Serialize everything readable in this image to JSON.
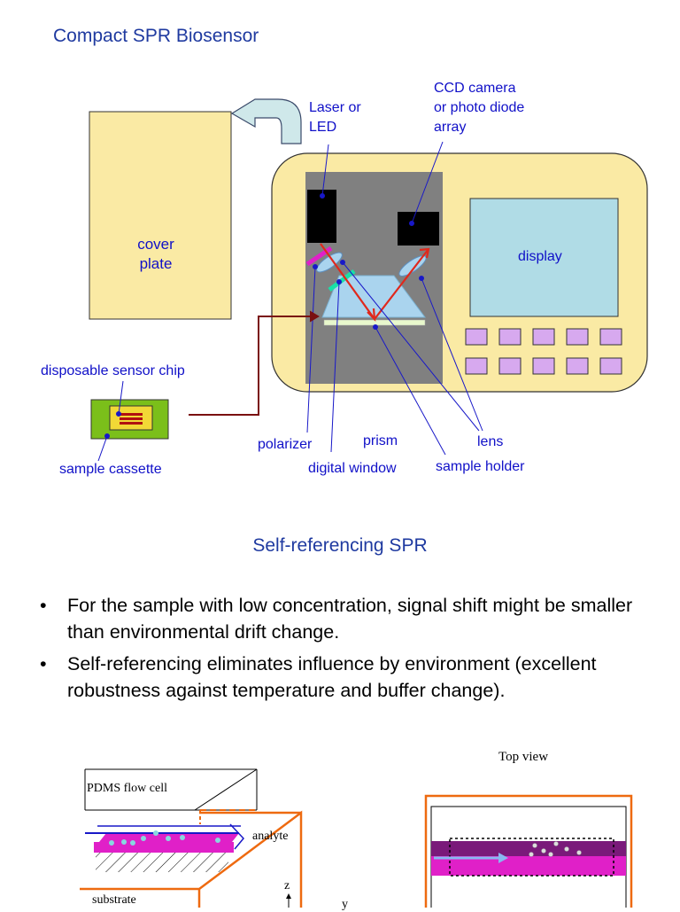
{
  "section1": {
    "title": "Compact SPR Biosensor",
    "labels": {
      "laser": [
        "Laser or",
        "LED"
      ],
      "ccd": [
        "CCD camera",
        "or photo diode",
        "array"
      ],
      "cover_plate": [
        "cover",
        "plate"
      ],
      "display": "display",
      "disposable_chip": "disposable sensor chip",
      "sample_cassette": "sample cassette",
      "polarizer": "polarizer",
      "prism": "prism",
      "lens": "lens",
      "digital_window": "digital window",
      "sample_holder": "sample holder"
    },
    "colors": {
      "device_body": "#faeaa4",
      "inner_panel": "#808080",
      "display": "#b0dce6",
      "buttons": "#d7a9ef",
      "label_text": "#1010c8",
      "beam": "#e0281c",
      "connector": "#7a1010",
      "cassette": "#7bbf1a"
    }
  },
  "section2": {
    "title": "Self-referencing SPR",
    "bullets": [
      "For the sample with low concentration, signal shift might be smaller than environmental drift change.",
      "Self-referencing eliminates influence by environment (excellent robustness against temperature and buffer change)."
    ],
    "bullet_marker": "•",
    "figure": {
      "top_view": "Top view",
      "pdms": "PDMS flow cell",
      "analyte": "analyte",
      "substrate": "substrate",
      "axis_z": "z",
      "axis_y": "y"
    }
  }
}
